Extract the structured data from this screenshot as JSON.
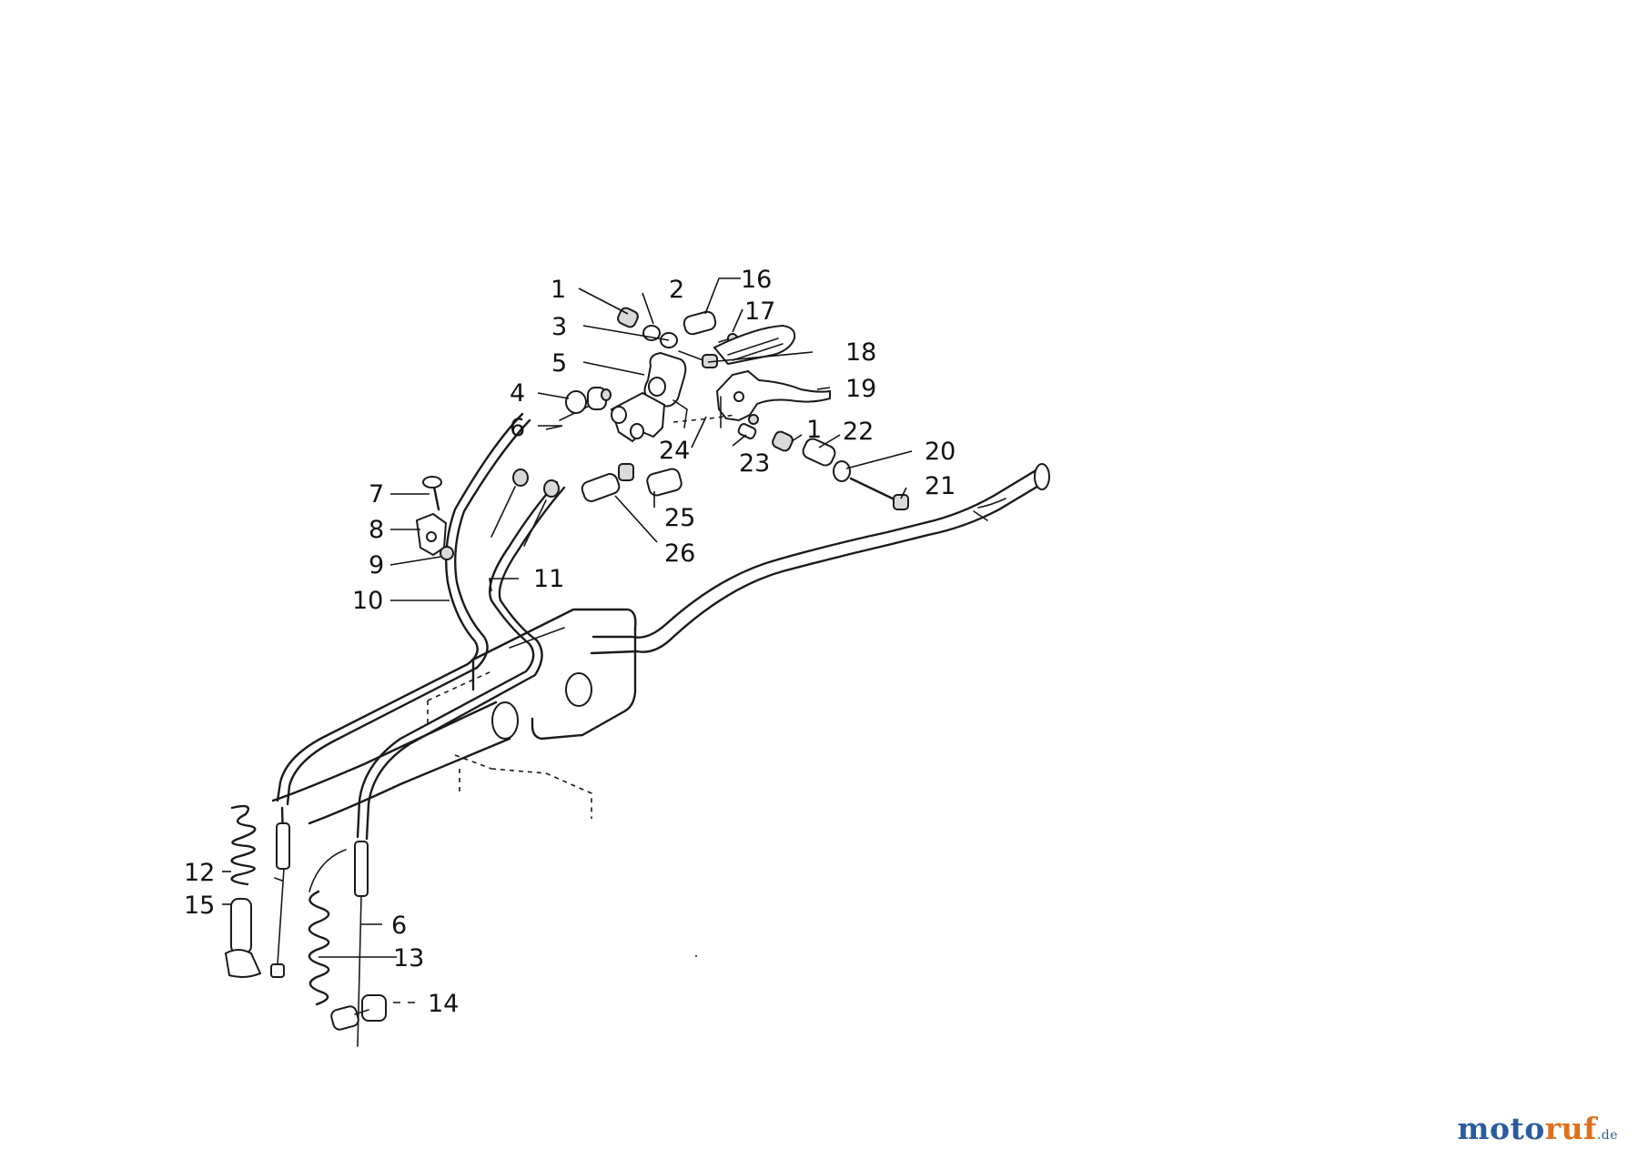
{
  "diagram": {
    "colors": {
      "ink": "#1a1a1a",
      "background": "#ffffff",
      "watermark_primary": "#2a5d9f",
      "watermark_accent": "#e0701c"
    },
    "labels": {
      "p1": "1",
      "p2": "2",
      "p3": "3",
      "p4": "4",
      "p5": "5",
      "p6": "6",
      "p7": "7",
      "p8": "8",
      "p9": "9",
      "p10": "10",
      "p11": "11",
      "p12": "12",
      "p13": "13",
      "p14": "14",
      "p15": "15",
      "p16": "16",
      "p17": "17",
      "p18": "18",
      "p19": "19",
      "p20": "20",
      "p21": "21",
      "p22": "22",
      "p23": "23",
      "p24": "24",
      "p25": "25",
      "p26": "26",
      "p1b": "1",
      "p6b": "6"
    }
  },
  "watermark": {
    "moto": "moto",
    "ruf": "ruf",
    "suffix": ".de"
  }
}
